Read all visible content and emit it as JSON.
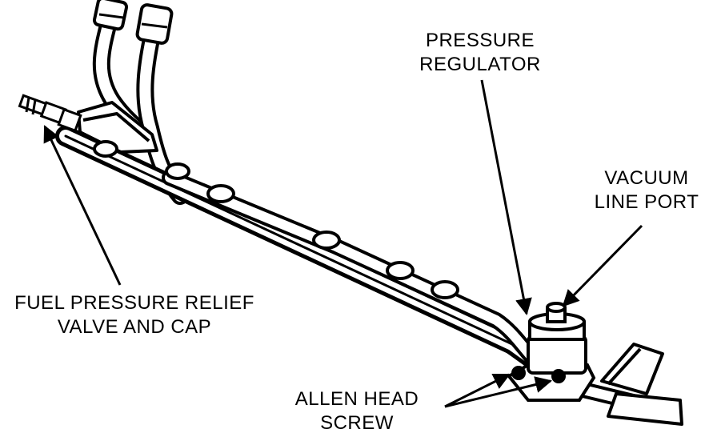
{
  "labels": {
    "pressure_regulator": [
      "PRESSURE",
      "REGULATOR"
    ],
    "vacuum_line_port": [
      "VACUUM",
      "LINE PORT"
    ],
    "fuel_pressure_relief": [
      "FUEL PRESSURE RELIEF",
      "VALVE AND CAP"
    ],
    "allen_head_screw": [
      "ALLEN HEAD",
      "SCREW"
    ]
  },
  "colors": {
    "ink": "#000000",
    "paper": "#ffffff"
  }
}
